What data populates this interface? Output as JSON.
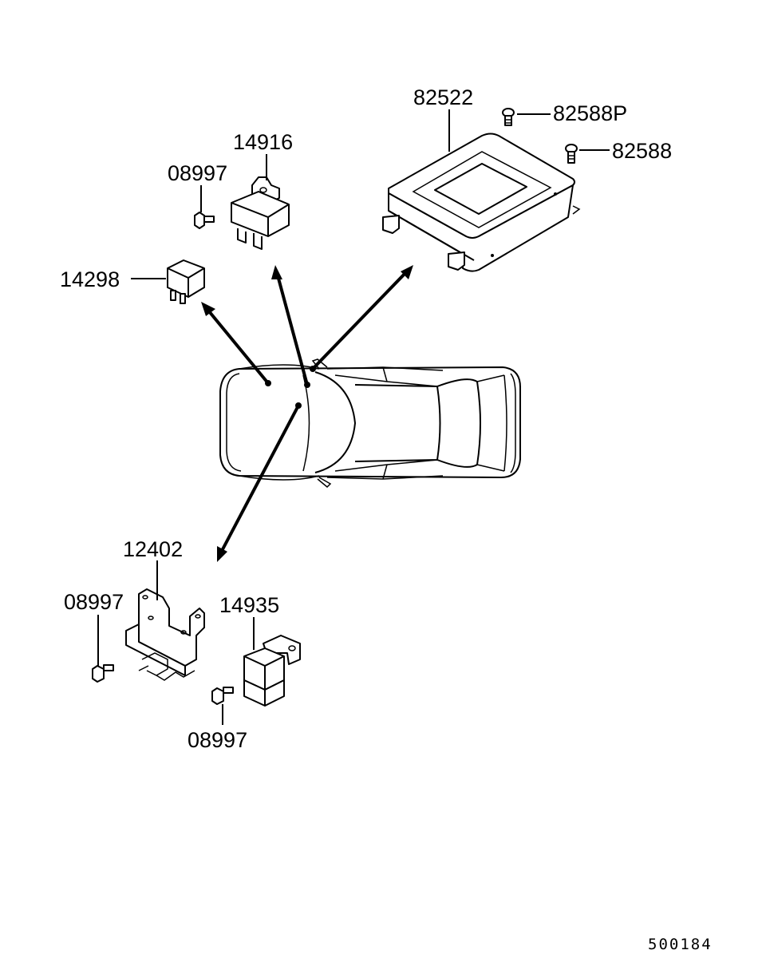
{
  "labels": {
    "ecu": "82522",
    "ecu_screw_p": "82588P",
    "ecu_screw": "82588",
    "relay_bracket_top": "14916",
    "bolt_top": "08997",
    "relay_small": "14298",
    "bracket_bottom": "12402",
    "bolt_bottom_left": "08997",
    "relay_bottom": "14935",
    "bolt_bottom_right": "08997"
  },
  "diagram_code": "500184"
}
